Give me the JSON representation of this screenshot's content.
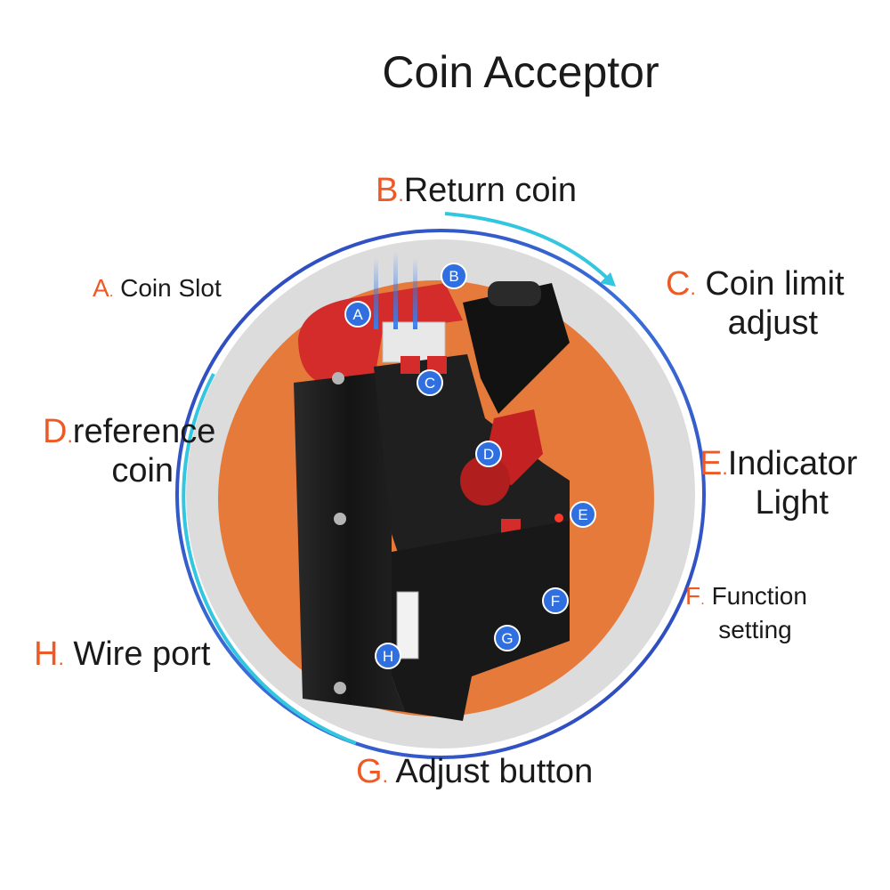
{
  "title": "Coin Acceptor",
  "colors": {
    "accent": "#ee5a25",
    "ring": "#2a40b8",
    "ring_cyan": "#33c6e0",
    "marker": "#2f6fe0",
    "body": "#1b1b1b",
    "red_part": "#d42b2b",
    "plate": "#dcdcdc",
    "orange_disc": "#e67a3a"
  },
  "labels": {
    "A": {
      "letter": "A",
      "sep": ".",
      "lines": [
        "Coin Slot"
      ]
    },
    "B": {
      "letter": "B",
      "sep": ".",
      "lines": [
        "Return coin"
      ]
    },
    "C": {
      "letter": "C",
      "sep": ".",
      "lines": [
        "Coin limit",
        "adjust"
      ]
    },
    "D": {
      "letter": "D",
      "sep": ".",
      "lines": [
        "reference",
        "coin"
      ]
    },
    "E": {
      "letter": "E",
      "sep": ".",
      "lines": [
        "Indicator",
        "Light"
      ]
    },
    "F": {
      "letter": "F",
      "sep": ".",
      "lines": [
        "Function",
        "setting"
      ]
    },
    "G": {
      "letter": "G",
      "sep": ".",
      "lines": [
        "Adjust button"
      ]
    },
    "H": {
      "letter": "H",
      "sep": ".",
      "lines": [
        "Wire port"
      ]
    }
  },
  "markers": [
    "A",
    "B",
    "C",
    "D",
    "E",
    "F",
    "G",
    "H"
  ]
}
